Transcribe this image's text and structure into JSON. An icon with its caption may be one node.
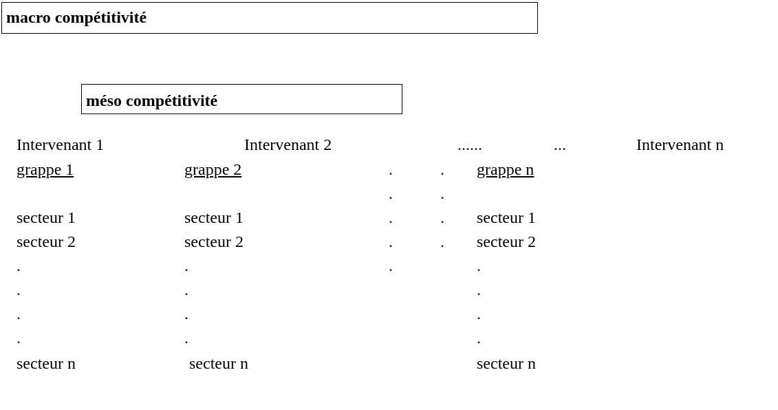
{
  "diagram": {
    "nodes": [
      {
        "text": [
          "macro compétitivité"
        ]
      },
      {
        "text": [
          "méso compétitivité"
        ]
      }
    ],
    "labels": [
      "Intervenant 1",
      "Intervenant 2",
      "......",
      "...",
      "Intervenant n",
      "grappe 1",
      "grappe 2",
      ".",
      ".",
      "grappe n",
      ".",
      ".",
      "secteur 1",
      "secteur 1",
      ".",
      ".",
      "secteur 1",
      "secteur 2",
      "secteur 2",
      ".",
      ".",
      "secteur 2",
      ".",
      ".",
      ".",
      ".",
      ".",
      ".",
      ".",
      ".",
      ".",
      ".",
      ".",
      ".",
      ".",
      "secteur n",
      "secteur n",
      "secteur n"
    ]
  }
}
